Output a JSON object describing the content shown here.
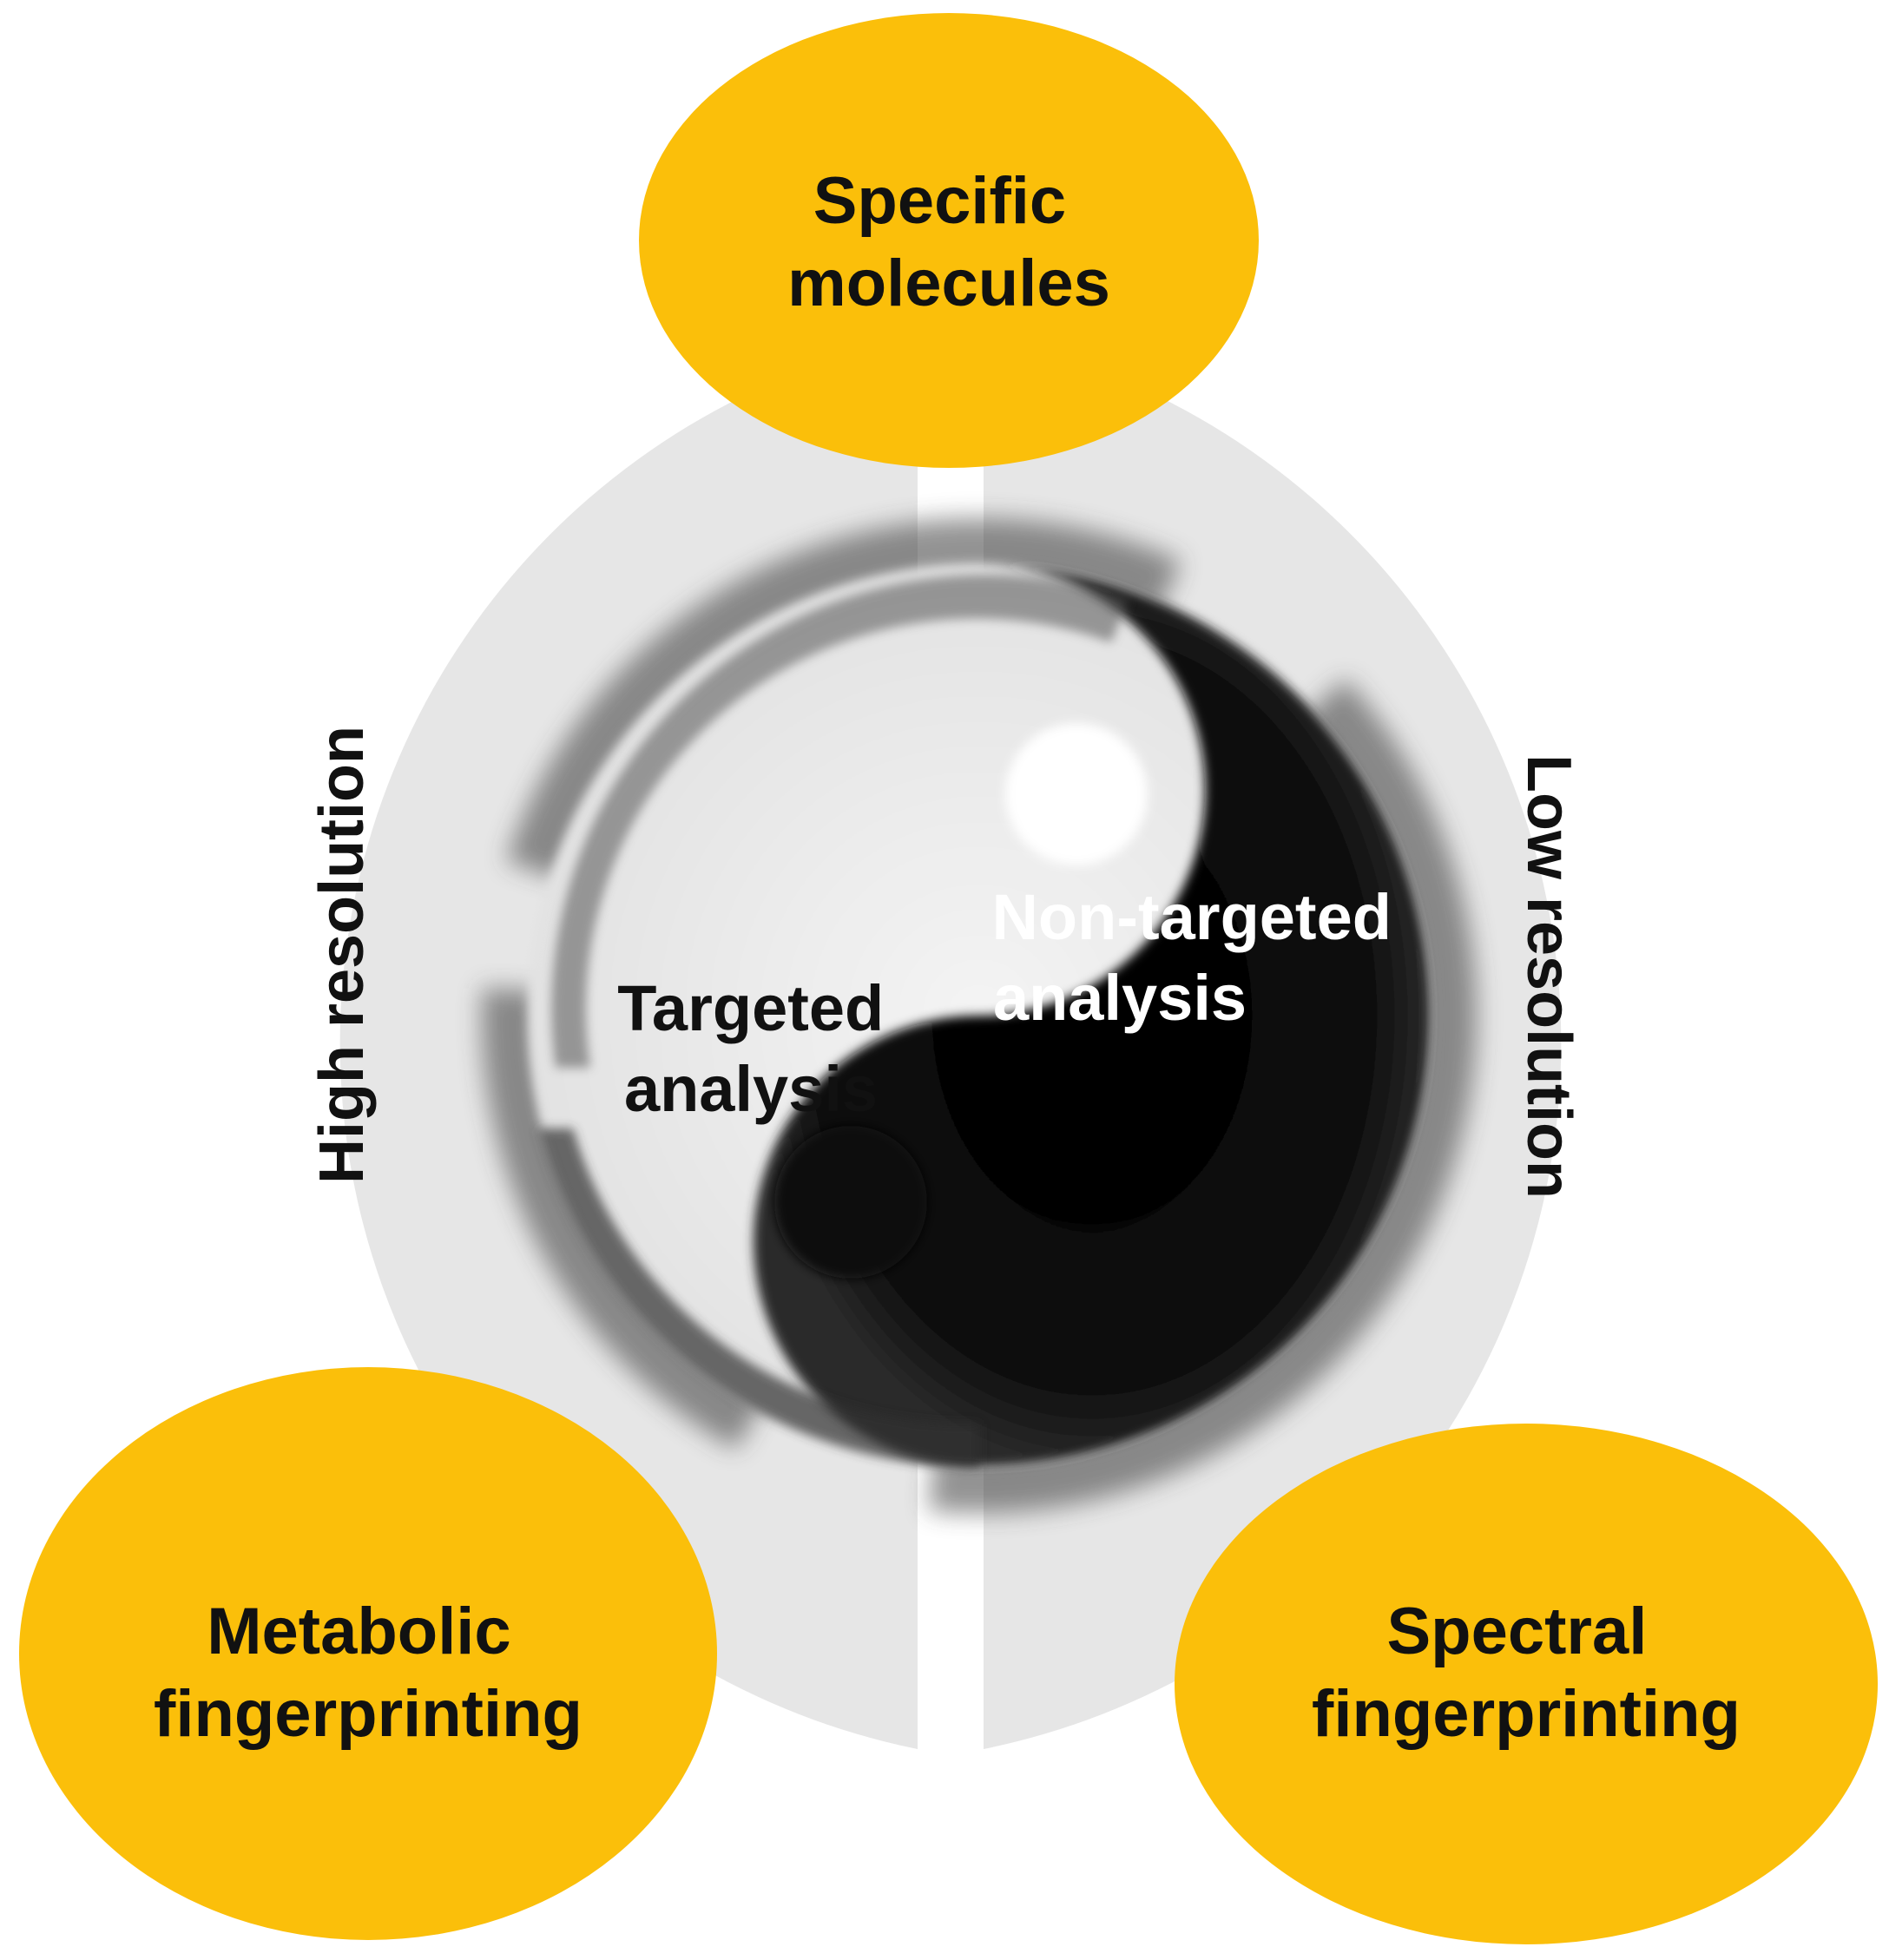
{
  "colors": {
    "node_fill": "#fbbf0a",
    "background_disc": "#e6e6e6",
    "ink": "#111111",
    "paper": "#ffffff"
  },
  "nodes": {
    "top": {
      "line1": "Specific",
      "line2": "molecules"
    },
    "bottom_left": {
      "line1": "Metabolic",
      "line2": "fingerprinting"
    },
    "bottom_right": {
      "line1": "Spectral",
      "line2": "fingerprinting"
    }
  },
  "axes": {
    "left": "High resolution",
    "right": "Low resolution"
  },
  "center": {
    "yin": {
      "line1": "Targeted",
      "line2": "analysis"
    },
    "yang": {
      "line1": "Non-targeted",
      "line2": "analysis"
    }
  }
}
